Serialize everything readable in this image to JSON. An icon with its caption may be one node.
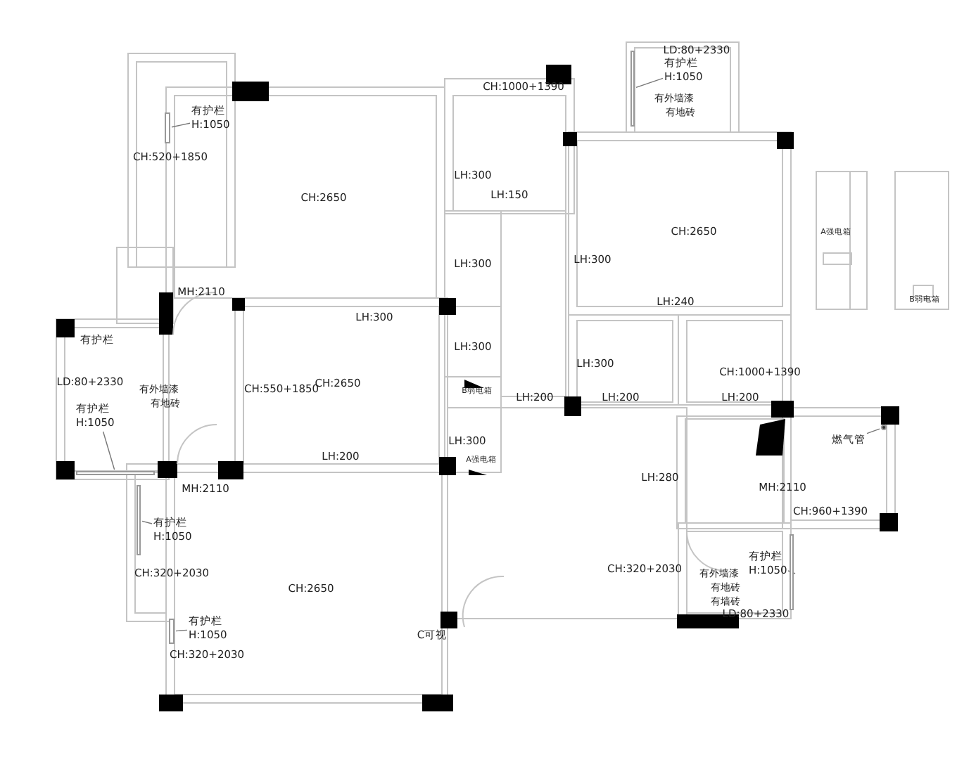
{
  "diagram": {
    "nodes": [
      {
        "text": [
          "有护栏 H:1050"
        ]
      },
      {
        "text": [
          "有护栏 H:1050"
        ]
      },
      {
        "text": [
          "有护栏 H:1050"
        ]
      },
      {
        "text": [
          "有护栏 H:1050"
        ]
      },
      {
        "text": [
          "有护栏 H:1050"
        ]
      },
      {
        "text": [
          "有护栏 H:1050"
        ]
      },
      {
        "text": [
          "燃气管"
        ]
      },
      {
        "text": [],
        "shape": "bar"
      },
      {
        "text": [],
        "shape": "bar"
      },
      {
        "text": [],
        "shape": "bar"
      },
      {
        "text": [],
        "shape": "bar"
      },
      {
        "text": [],
        "shape": "bar"
      },
      {
        "text": [],
        "shape": "bar"
      },
      {
        "text": [],
        "shape": "circle"
      }
    ],
    "edges": [
      {
        "from": 0,
        "to": 7,
        "arrow": "none"
      },
      {
        "from": 1,
        "to": 8,
        "arrow": "none"
      },
      {
        "from": 2,
        "to": 9,
        "arrow": "none"
      },
      {
        "from": 3,
        "to": 10,
        "arrow": "none"
      },
      {
        "from": 4,
        "to": 11,
        "arrow": "none"
      },
      {
        "from": 5,
        "to": 12,
        "arrow": "none"
      },
      {
        "from": 6,
        "to": 13,
        "arrow": "none"
      }
    ],
    "labels": [
      "LD:80+2330",
      "有外墙漆有地砖",
      "CH:1000+1390",
      "CH:520+1850",
      "CH:2650",
      "LH:300",
      "LH:150",
      "CH:2650",
      "A强电箱",
      "LH:300",
      "LH:300",
      "MH:2110",
      "LH:240",
      "B弱电箱",
      "LH:300",
      "有护栏",
      "LH:300",
      "LH:300",
      "CH:1000+1390",
      "有外墙漆有地砖",
      "LD:80+2330",
      "CH:550+1850",
      "CH:2650",
      "B弱电箱",
      "LH:200",
      "LH:200",
      "LH:200",
      "LH:300",
      "LH:200",
      "A强电箱",
      "LH:280",
      "MH:2110",
      "MH:2110",
      "CH:960+1390",
      "CH:320+2030",
      "CH:2650",
      "CH:320+2030",
      "有外墙漆有地砖有墙砖",
      "LD:80+2330",
      "C可视",
      "CH:320+2030"
    ]
  }
}
